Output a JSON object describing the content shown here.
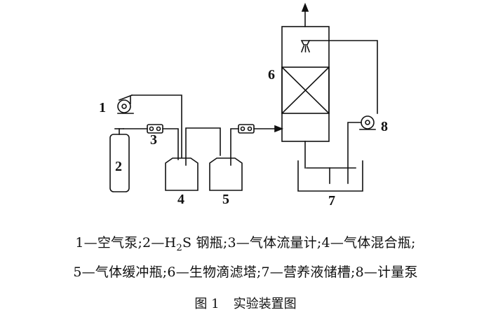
{
  "labels": {
    "air_pump": "1",
    "h2s_cylinder": "2",
    "flow_meter": "3",
    "mixing_bottle": "4",
    "buffer_bottle": "5",
    "trickling_tower": "6",
    "nutrient_tank": "7",
    "metering_pump": "8"
  },
  "legend": {
    "line1_a": "1—空气泵;2—H",
    "line1_sub": "2",
    "line1_b": "S 钢瓶;3—气体流量计;4—气体混合瓶;",
    "line2": "5—气体缓冲瓶;6—生物滴滤塔;7—营养液储槽;8—计量泵"
  },
  "figure": {
    "number": "图 1",
    "title": "实验装置图"
  }
}
